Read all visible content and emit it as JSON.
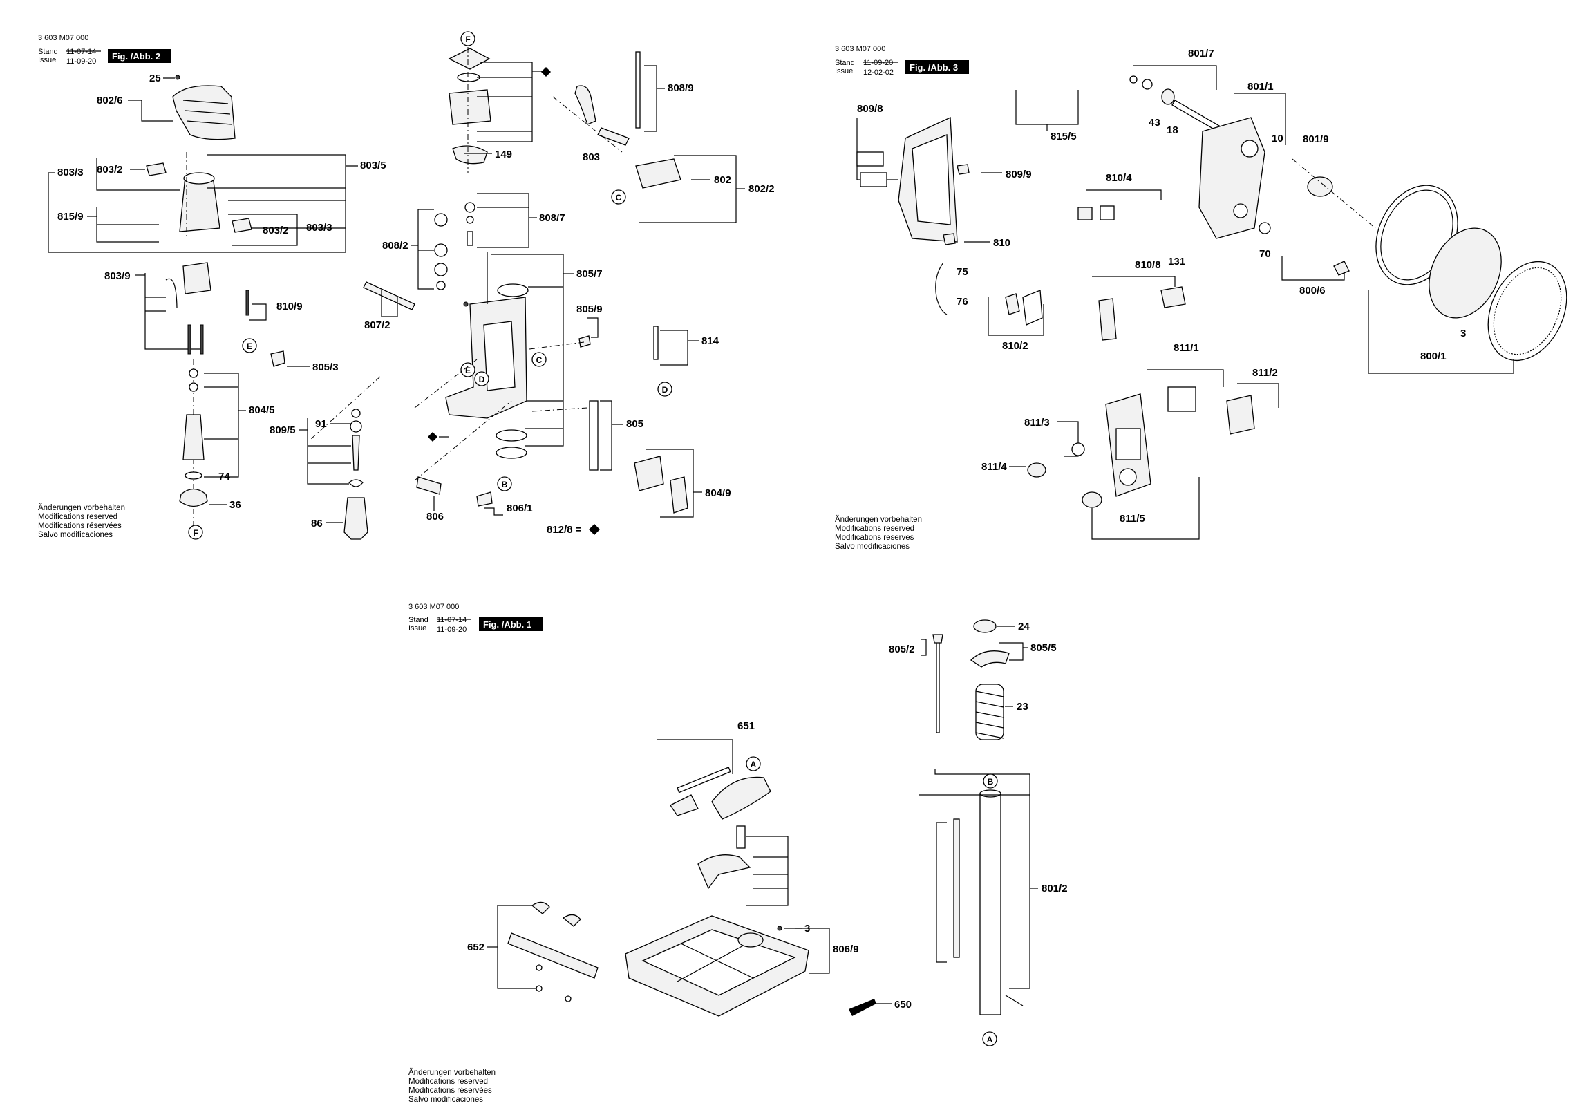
{
  "sheets": {
    "fig2": {
      "doc_no": "3 603 M07 000",
      "stand_label": "Stand",
      "issue_label": "Issue",
      "stand_date": "11-07-14",
      "issue_date": "11-09-20",
      "fig_label": "Fig. /Abb. 2",
      "notes": [
        "Änderungen vorbehalten",
        "Modifications reserved",
        "Modifications réservées",
        "Salvo modificaciones"
      ]
    },
    "fig3": {
      "doc_no": "3 603 M07 000",
      "stand_label": "Stand",
      "issue_label": "Issue",
      "stand_date": "11-09-20",
      "issue_date": "12-02-02",
      "fig_label": "Fig. /Abb. 3",
      "notes": [
        "Änderungen vorbehalten",
        "Modifications reserved",
        "Modifications reserves",
        "Salvo modificaciones"
      ]
    },
    "fig1": {
      "doc_no": "3 603 M07 000",
      "stand_label": "Stand",
      "issue_label": "Issue",
      "stand_date": "11-07-14",
      "issue_date": "11-09-20",
      "fig_label": "Fig. /Abb. 1",
      "notes": [
        "Änderungen vorbehalten",
        "Modifications reserved",
        "Modifications réservées",
        "Salvo modificaciones"
      ]
    }
  },
  "labels_fig2": {
    "l25": "25",
    "l802_6": "802/6",
    "l803_5": "803/5",
    "l803_3a": "803/3",
    "l803_2a": "803/2",
    "l815_9": "815/9",
    "l803_2b": "803/2",
    "l803_3b": "803/3",
    "l803_9": "803/9",
    "l810_9": "810/9",
    "l805_3": "805/3",
    "l804_5": "804/5",
    "l74": "74",
    "l36": "36",
    "l149": "149",
    "l808_9": "808/9",
    "l803": "803",
    "l802": "802",
    "l802_2": "802/2",
    "l808_7": "808/7",
    "l808_2": "808/2",
    "l805_7": "805/7",
    "l807_2": "807/2",
    "l805_9": "805/9",
    "l814": "814",
    "l809_5": "809/5",
    "l91": "91",
    "l805": "805",
    "l804_9": "804/9",
    "l806": "806",
    "l806_1": "806/1",
    "l86": "86",
    "l812_8": "812/8 ="
  },
  "labels_fig3": {
    "l801_7": "801/7",
    "l801_1": "801/1",
    "l809_8": "809/8",
    "l815_5": "815/5",
    "l809_9": "809/9",
    "l810_4": "810/4",
    "l810": "810",
    "l75": "75",
    "l76": "76",
    "l43": "43",
    "l18": "18",
    "l10": "10",
    "l801_9": "801/9",
    "l131": "131",
    "l70": "70",
    "l800_6": "800/6",
    "l3": "3",
    "l800_1": "800/1",
    "l810_8": "810/8",
    "l810_2": "810/2",
    "l811_1": "811/1",
    "l811_2": "811/2",
    "l811_3": "811/3",
    "l811_4": "811/4",
    "l811_5": "811/5"
  },
  "labels_fig1": {
    "l651": "651",
    "l24": "24",
    "l805_2": "805/2",
    "l805_5": "805/5",
    "l23": "23",
    "l801_2": "801/2",
    "l3": "3",
    "l806_9": "806/9",
    "l652": "652",
    "l650": "650"
  },
  "callouts": [
    "A",
    "B",
    "C",
    "D",
    "E",
    "F"
  ]
}
